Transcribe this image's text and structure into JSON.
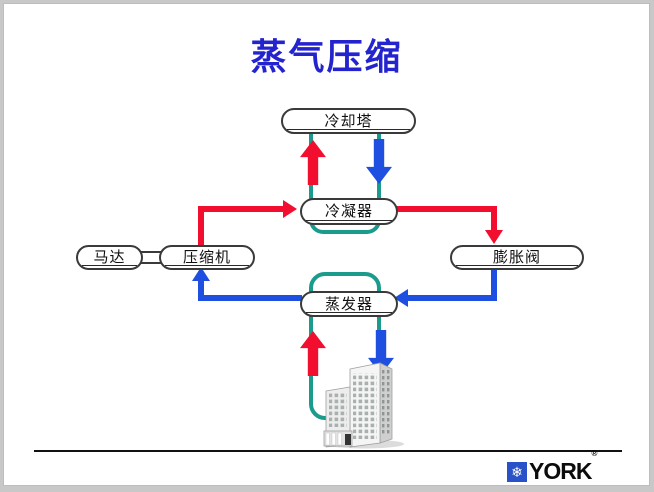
{
  "slide": {
    "title": "蒸气压缩",
    "nodes": {
      "cooling_tower": "冷却塔",
      "condenser": "冷凝器",
      "motor": "马达",
      "compressor": "压缩机",
      "expansion_valve": "膨胀阀",
      "evaporator": "蒸发器"
    },
    "edges": [
      {
        "from": "compressor",
        "to": "condenser",
        "type": "hot-refrigerant",
        "color": "#f10e2e"
      },
      {
        "from": "condenser",
        "to": "expansion_valve",
        "type": "hot-refrigerant",
        "color": "#f10e2e"
      },
      {
        "from": "expansion_valve",
        "to": "evaporator",
        "type": "cold-refrigerant",
        "color": "#1f4fe0"
      },
      {
        "from": "evaporator",
        "to": "compressor",
        "type": "cold-refrigerant",
        "color": "#1f4fe0"
      },
      {
        "from": "motor",
        "to": "compressor",
        "type": "shaft",
        "color": "#3a3a3a"
      },
      {
        "from": "condenser",
        "to": "cooling_tower",
        "type": "water-loop",
        "color": "#1a9b8b"
      },
      {
        "from": "evaporator",
        "to": "building",
        "type": "water-loop",
        "color": "#1a9b8b"
      }
    ],
    "colors": {
      "title": "#2424ce",
      "hot_flow": "#f10e2e",
      "cold_flow": "#1f4fe0",
      "water_loop": "#1a9b8b"
    },
    "logo": {
      "brand": "YORK",
      "registered": "®",
      "snowflake_icon": "❄"
    }
  }
}
